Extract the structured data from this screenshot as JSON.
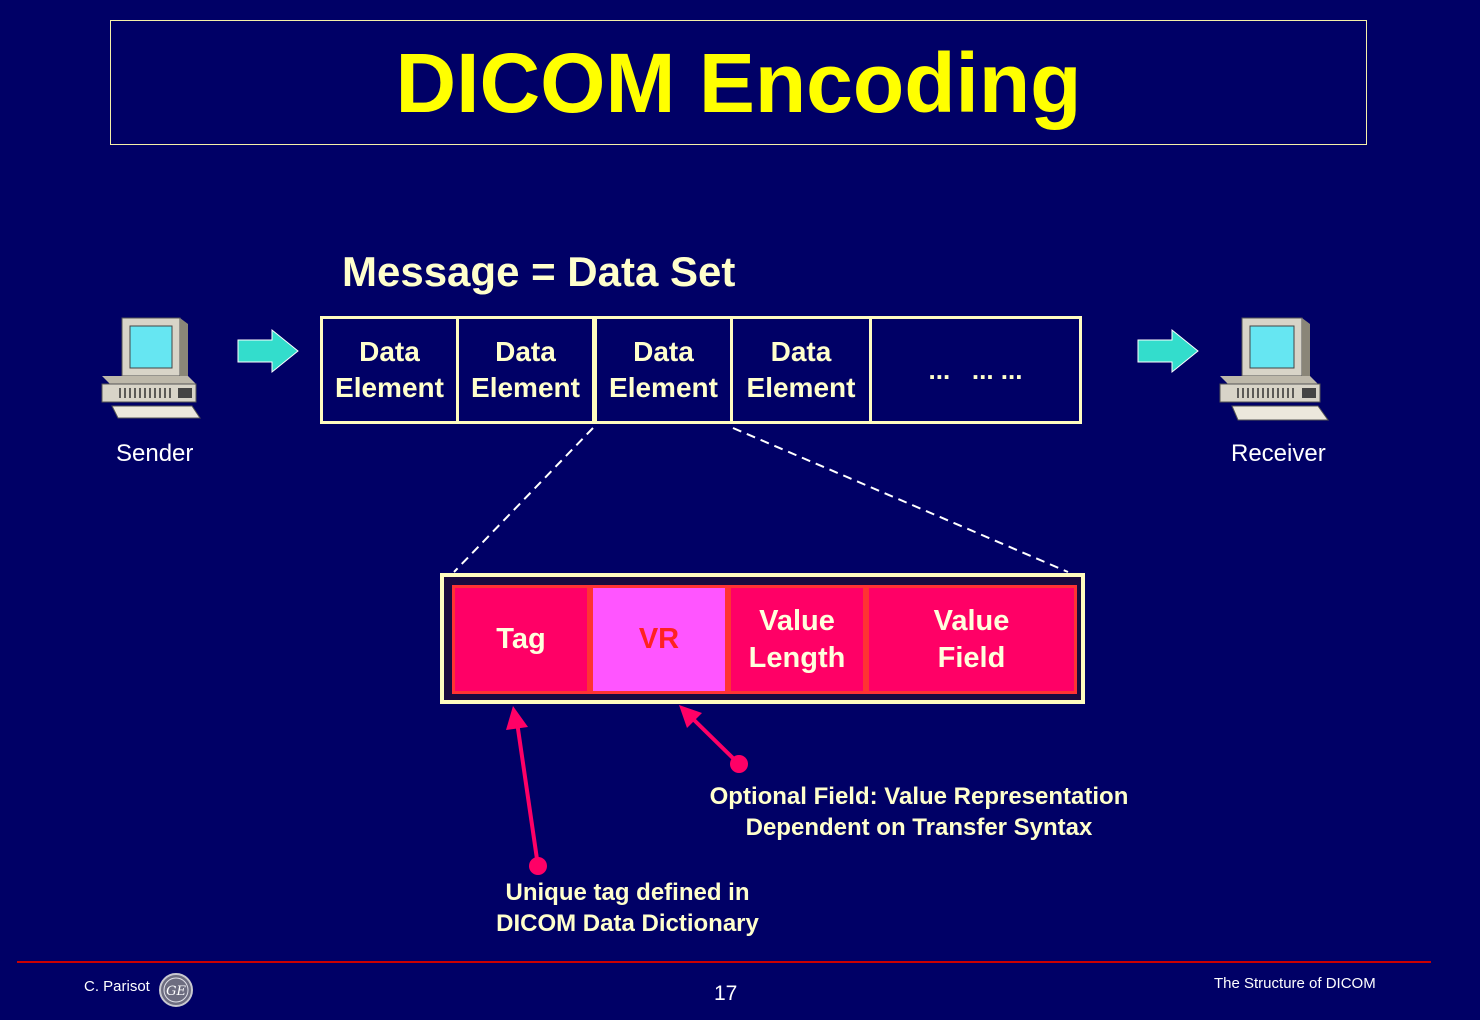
{
  "title": "DICOM Encoding",
  "dataset_label": "Message = Data Set",
  "sender_label": "Sender",
  "receiver_label": "Receiver",
  "data_elements": [
    {
      "line1": "Data",
      "line2": "Element"
    },
    {
      "line1": "Data",
      "line2": "Element"
    },
    {
      "line1": "Data",
      "line2": "Element"
    },
    {
      "line1": "Data",
      "line2": "Element"
    }
  ],
  "ellipsis": "...   ... ...",
  "fields": {
    "tag": "Tag",
    "vr": "VR",
    "value_length_1": "Value",
    "value_length_2": "Length",
    "value_field_1": "Value",
    "value_field_2": "Field"
  },
  "vr_note": {
    "line1": "Optional Field: Value Representation",
    "line2": "Dependent on Transfer Syntax"
  },
  "tag_note": {
    "line1": "Unique tag defined in",
    "line2": "DICOM Data Dictionary"
  },
  "footer": {
    "author": "C. Parisot",
    "page": "17",
    "topic": "The Structure of DICOM",
    "logo_text": "GE"
  },
  "colors": {
    "background": "#000066",
    "title": "#ffff00",
    "field_red": "#ff0066",
    "field_pink": "#ff55ff",
    "arrow_cyan": "#33ddcc"
  }
}
